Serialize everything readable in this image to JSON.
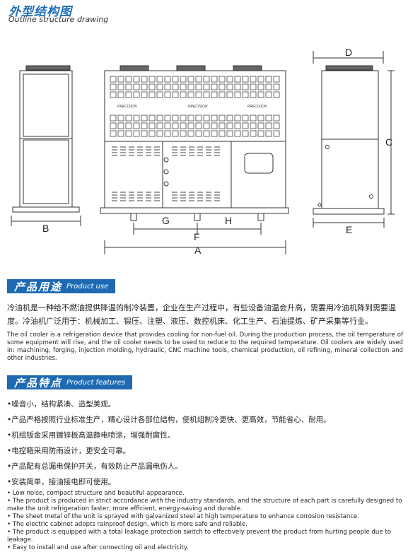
{
  "header": {
    "title_cn": "外型结构图",
    "title_en": "Outline structure drawing"
  },
  "drawing": {
    "labels": {
      "A": "A",
      "B": "B",
      "C": "C",
      "D": "D",
      "E": "E",
      "F": "F",
      "G": "G",
      "H": "H"
    },
    "logo_text": "PRECISION"
  },
  "product_use": {
    "title_cn": "产品用途",
    "title_en": "Product use",
    "text_cn": "冷油机是一种给不燃油提供降温的制冷装置，企业在生产过程中，有些设备油温会升高，需要用冷油机降到需要温度。冷油机广泛用于：机械加工、锻压、注塑、液压、数控机床、化工生产、石油提炼、矿产采集等行业。",
    "text_en": "The oil cooler is a refrigeration device that provides cooling for non-fuel oil. During the production process, the oil temperature of some equipment will rise, and the oil cooler needs to be used to reduce to the required temperature. Oil coolers are widely used in: machining, forging, injection molding, hydraulic, CNC machine tools, chemical production, oil refining, mineral collection and other industries."
  },
  "product_features": {
    "title_cn": "产品特点",
    "title_en": "Product features",
    "items_cn": [
      "•噪音小，结构紧凑、造型美观。",
      "•产品严格按照行业标准生产，精心设计各部位结构，使机组制冷更快、更高效，节能省心、耐用。",
      "•机组钣金采用镀锌板高温静电喷涂，增强耐腐性。",
      "•电控箱采用防雨设计，更安全可靠。",
      "•产品配有总漏电保护开关，有效防止产品漏电伤人。",
      "•安装简单，接油接电即可使用。"
    ],
    "items_en": [
      "• Low noise, compact structure and beautiful appearance.",
      "• The product is produced in strict accordance with the industry standards, and the structure of each part is carefully designed to make the unit refrigeration faster, more efficient, energy-saving and durable.",
      "• The sheet metal of the unit is sprayed with galvanized steel at high temperature to enhance corrosion resistance.",
      "• The electric cabinet adopts rainproof design, which is more safe and reliable.",
      "• The product is equipped with a total leakage protection switch to effectively prevent the product from hurting people due to leakage.",
      "• Easy to install and use after connecting oil and electricity."
    ]
  },
  "colors": {
    "accent": "#1d6ab3",
    "title": "#1e6fb5",
    "line": "#333333"
  }
}
